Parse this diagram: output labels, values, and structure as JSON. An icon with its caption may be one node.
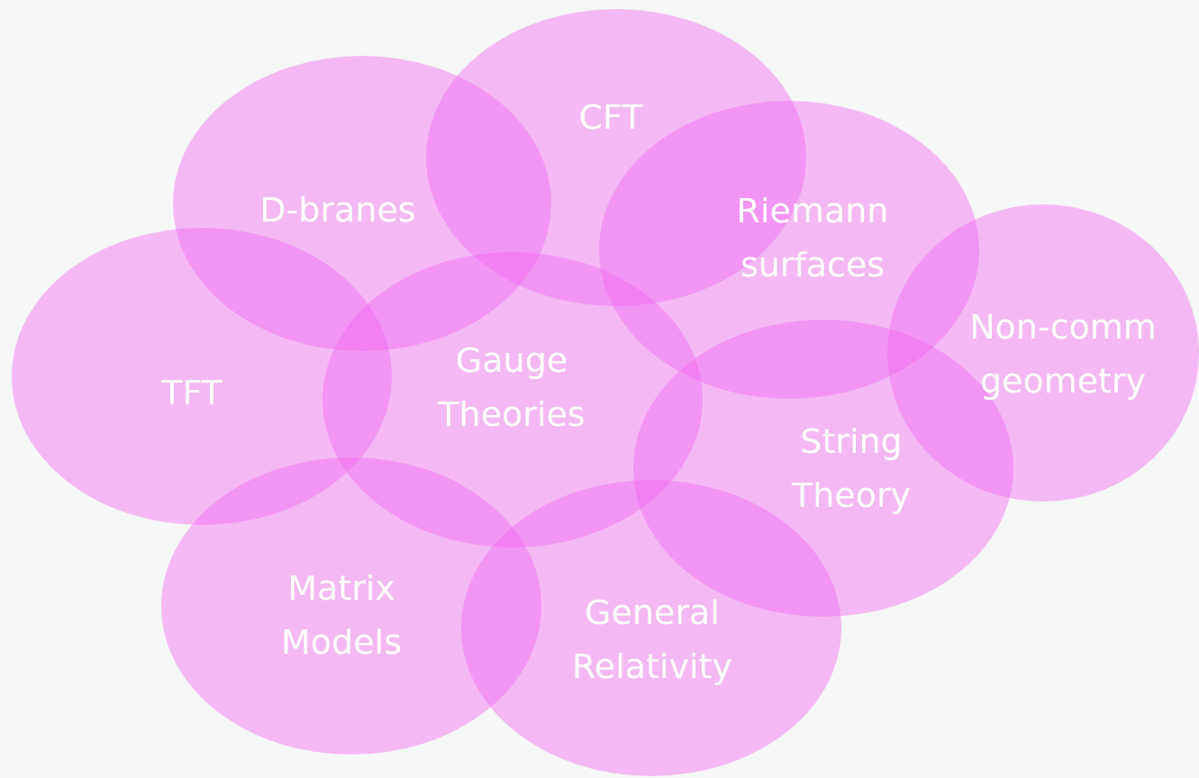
{
  "diagram": {
    "nodes": [
      {
        "text": [
          "CFT"
        ]
      },
      {
        "text": [
          "D-branes"
        ]
      },
      {
        "text": [
          "Riemann surfaces"
        ]
      },
      {
        "text": [
          "Non-comm geometry"
        ]
      },
      {
        "text": [
          "TFT"
        ]
      },
      {
        "text": [
          "Gauge Theories"
        ]
      },
      {
        "text": [
          "String Theory"
        ]
      },
      {
        "text": [
          "Matrix Models"
        ]
      },
      {
        "text": [
          "General Relativity"
        ]
      }
    ]
  }
}
